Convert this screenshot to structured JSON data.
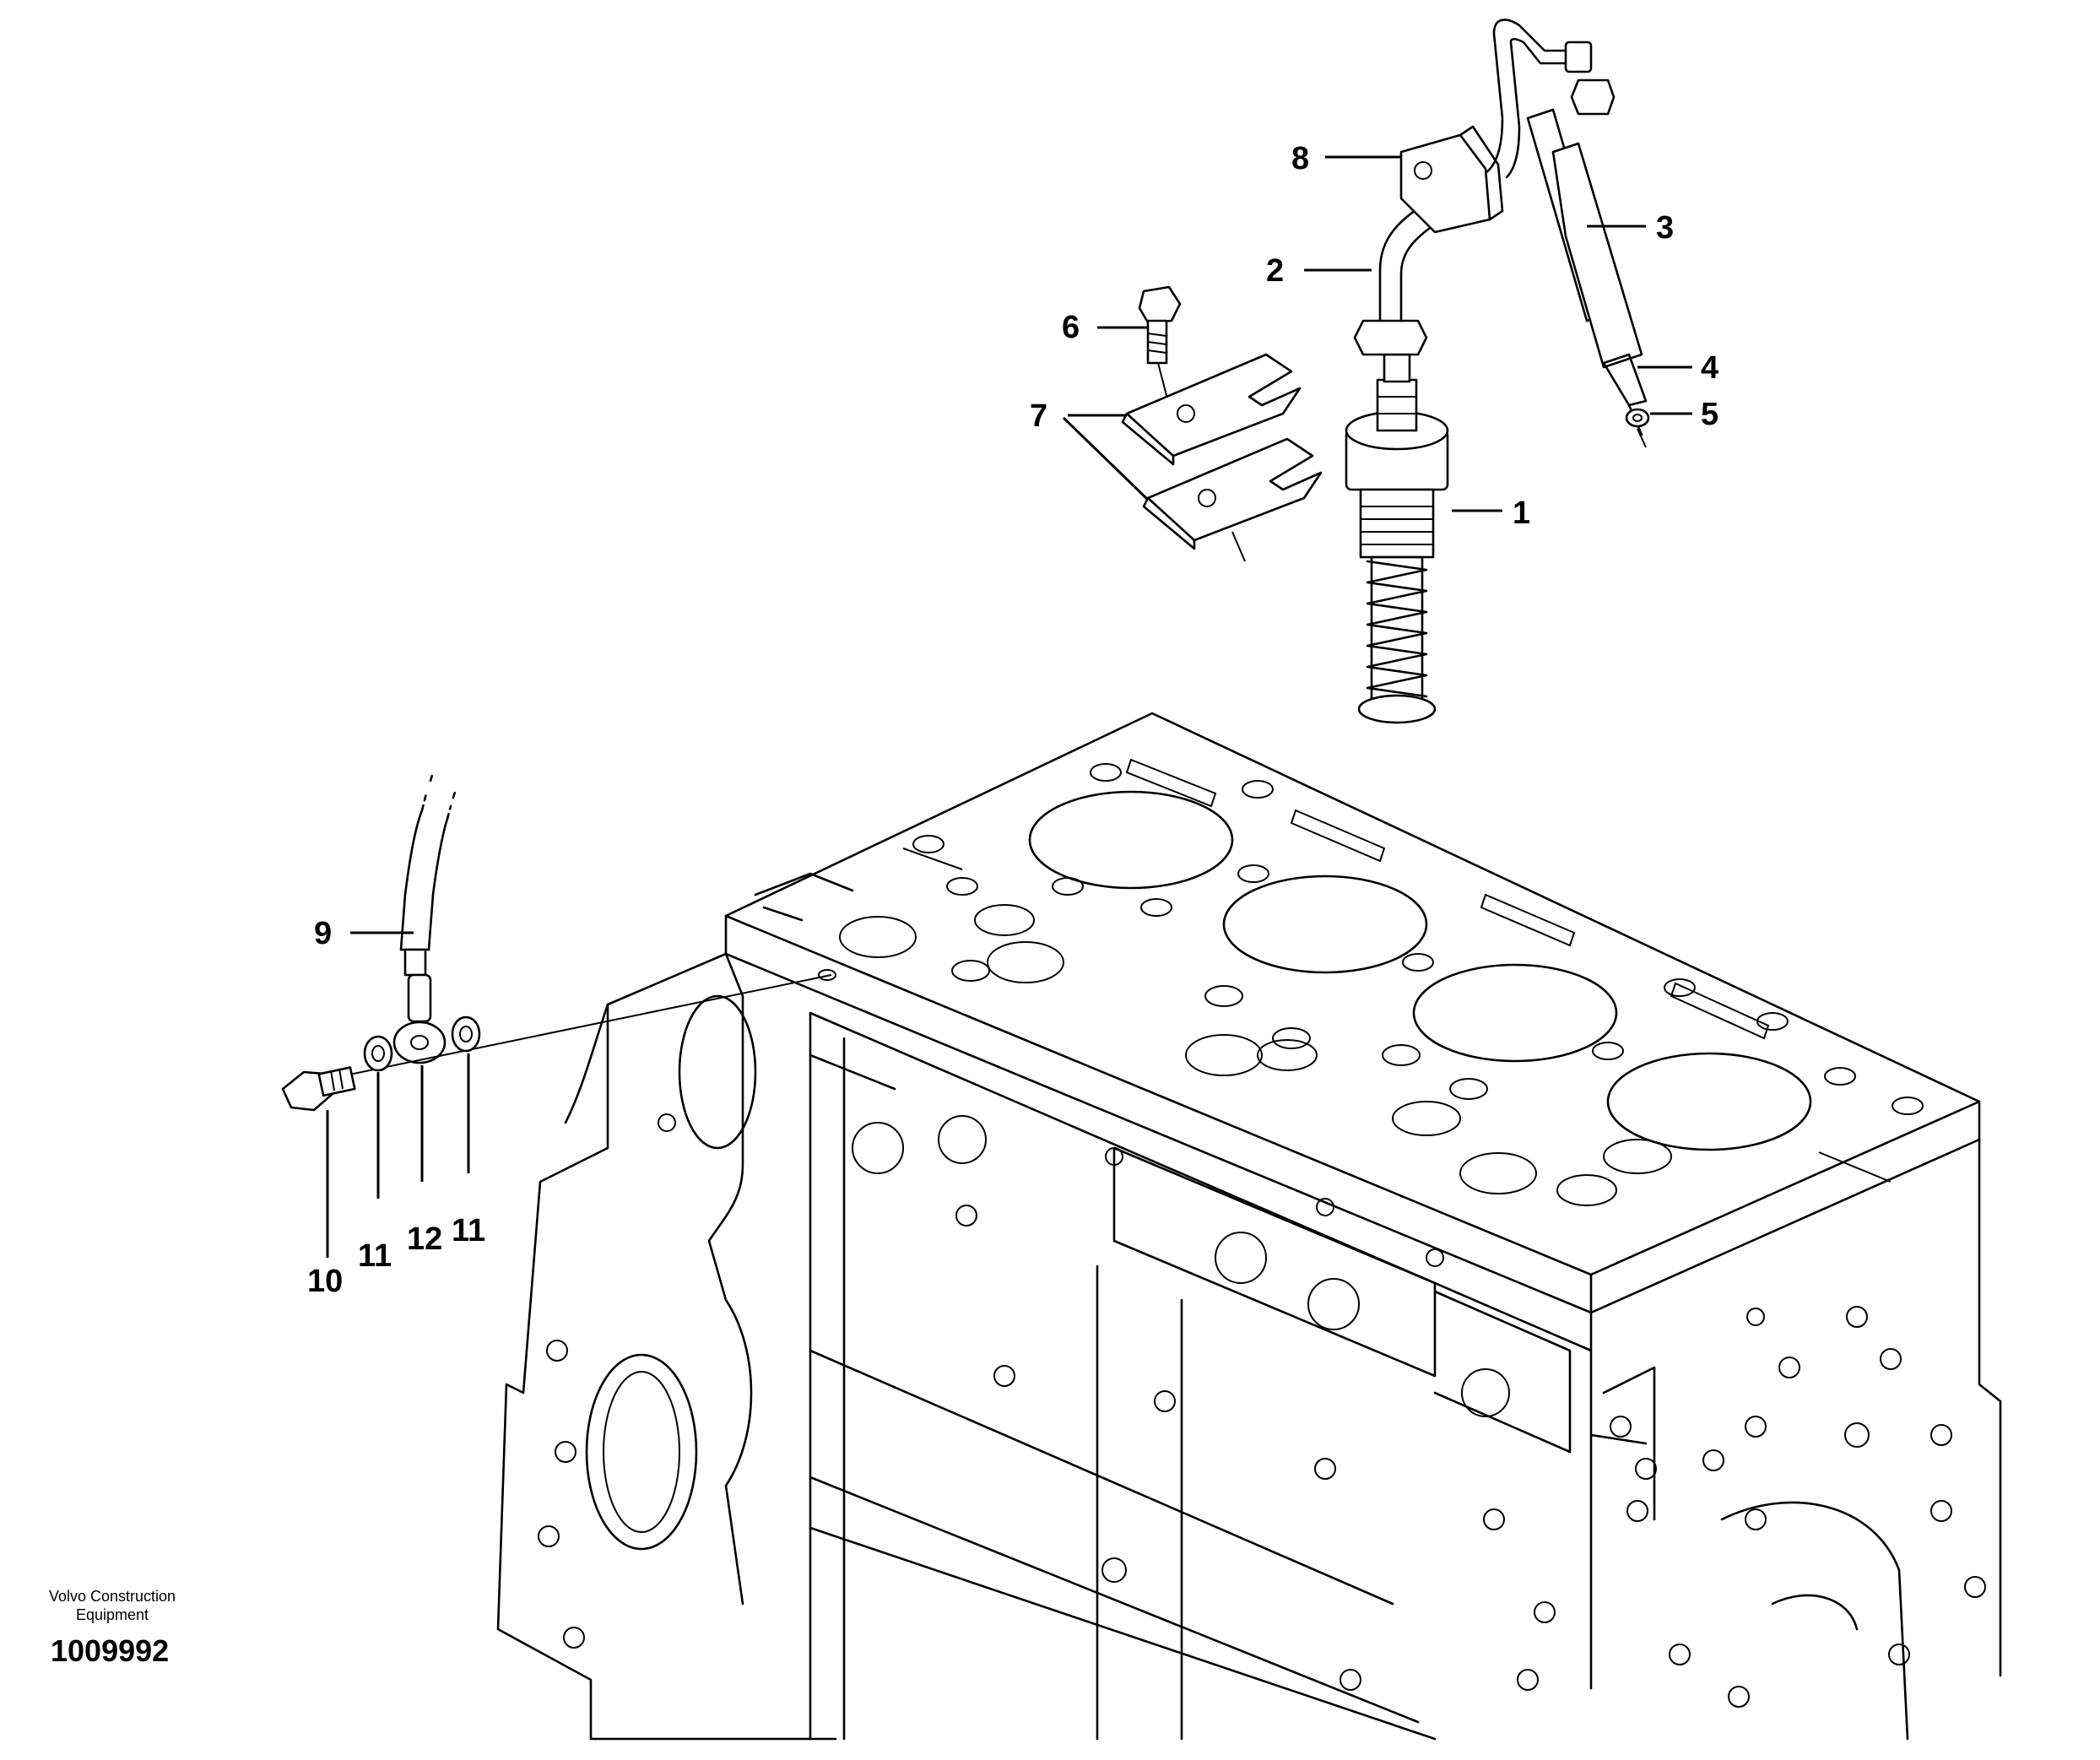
{
  "callouts": {
    "c1": "1",
    "c2": "2",
    "c3": "3",
    "c4": "4",
    "c5": "5",
    "c6": "6",
    "c7": "7",
    "c8": "8",
    "c9": "9",
    "c10": "10",
    "c11a": "11",
    "c11b": "11",
    "c12": "12"
  },
  "caption": {
    "line1": "Volvo Construction",
    "line2": "Equipment",
    "drawing_number": "1009992"
  }
}
